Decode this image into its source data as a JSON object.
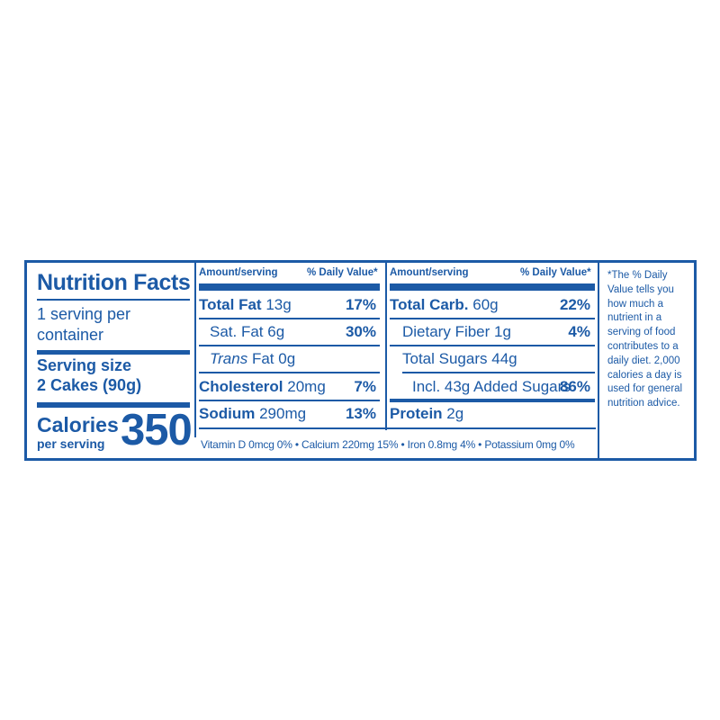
{
  "title": "Nutrition Facts",
  "servings": "1 serving per container",
  "serving_size_label": "Serving size",
  "serving_size_value": "2 Cakes (90g)",
  "calories_label": "Calories",
  "calories_per": "per serving",
  "calories_value": "350",
  "header_amount": "Amount/serving",
  "header_dv": "% Daily Value*",
  "left_column": [
    {
      "name": "Total Fat",
      "amount": "13g",
      "dv": "17%",
      "bold": true
    },
    {
      "name": "Sat. Fat",
      "amount": "6g",
      "dv": "30%",
      "bold": false
    },
    {
      "name": "Trans",
      "name_suffix": "Fat",
      "amount": "0g",
      "dv": "",
      "bold": false
    },
    {
      "name": "Cholesterol",
      "amount": "20mg",
      "dv": "7%",
      "bold": true
    },
    {
      "name": "Sodium",
      "amount": "290mg",
      "dv": "13%",
      "bold": true
    }
  ],
  "right_column": [
    {
      "name": "Total Carb.",
      "amount": "60g",
      "dv": "22%",
      "bold": true
    },
    {
      "name": "Dietary Fiber",
      "amount": "1g",
      "dv": "4%",
      "bold": false
    },
    {
      "name": "Total Sugars",
      "amount": "44g",
      "dv": "",
      "bold": false
    },
    {
      "name": "Incl. 43g Added Sugars",
      "amount": "",
      "dv": "86%",
      "bold": false
    },
    {
      "name": "Protein",
      "amount": "2g",
      "dv": "",
      "bold": true
    }
  ],
  "vitamins_line": "Vitamin D 0mcg 0% • Calcium 220mg 15% • Iron 0.8mg 4% • Potassium 0mg 0%",
  "footnote": "*The % Daily Value tells you how much a nutrient in a serving of food contributes to a daily diet. 2,000 calories a day is used for general nutrition advice.",
  "colors": {
    "ink": "#1c5aa6",
    "background": "#ffffff"
  }
}
